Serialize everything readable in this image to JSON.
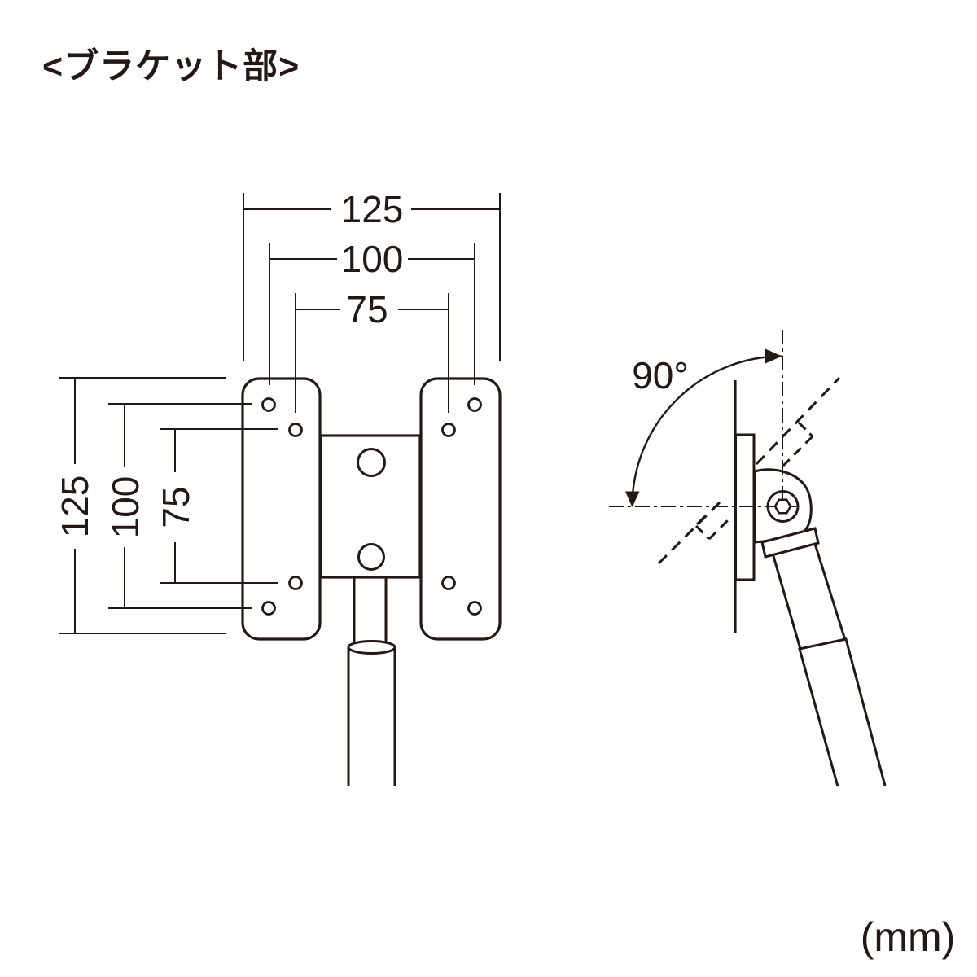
{
  "title": "<ブラケット部>",
  "unit_label": "(mm)",
  "colors": {
    "line": "#231815",
    "background": "#ffffff"
  },
  "front_view": {
    "horizontal_dimensions": {
      "outer": "125",
      "middle": "100",
      "inner": "75"
    },
    "vertical_dimensions": {
      "outer": "125",
      "middle": "100",
      "inner": "75"
    }
  },
  "side_view": {
    "tilt_angle": "90°"
  }
}
